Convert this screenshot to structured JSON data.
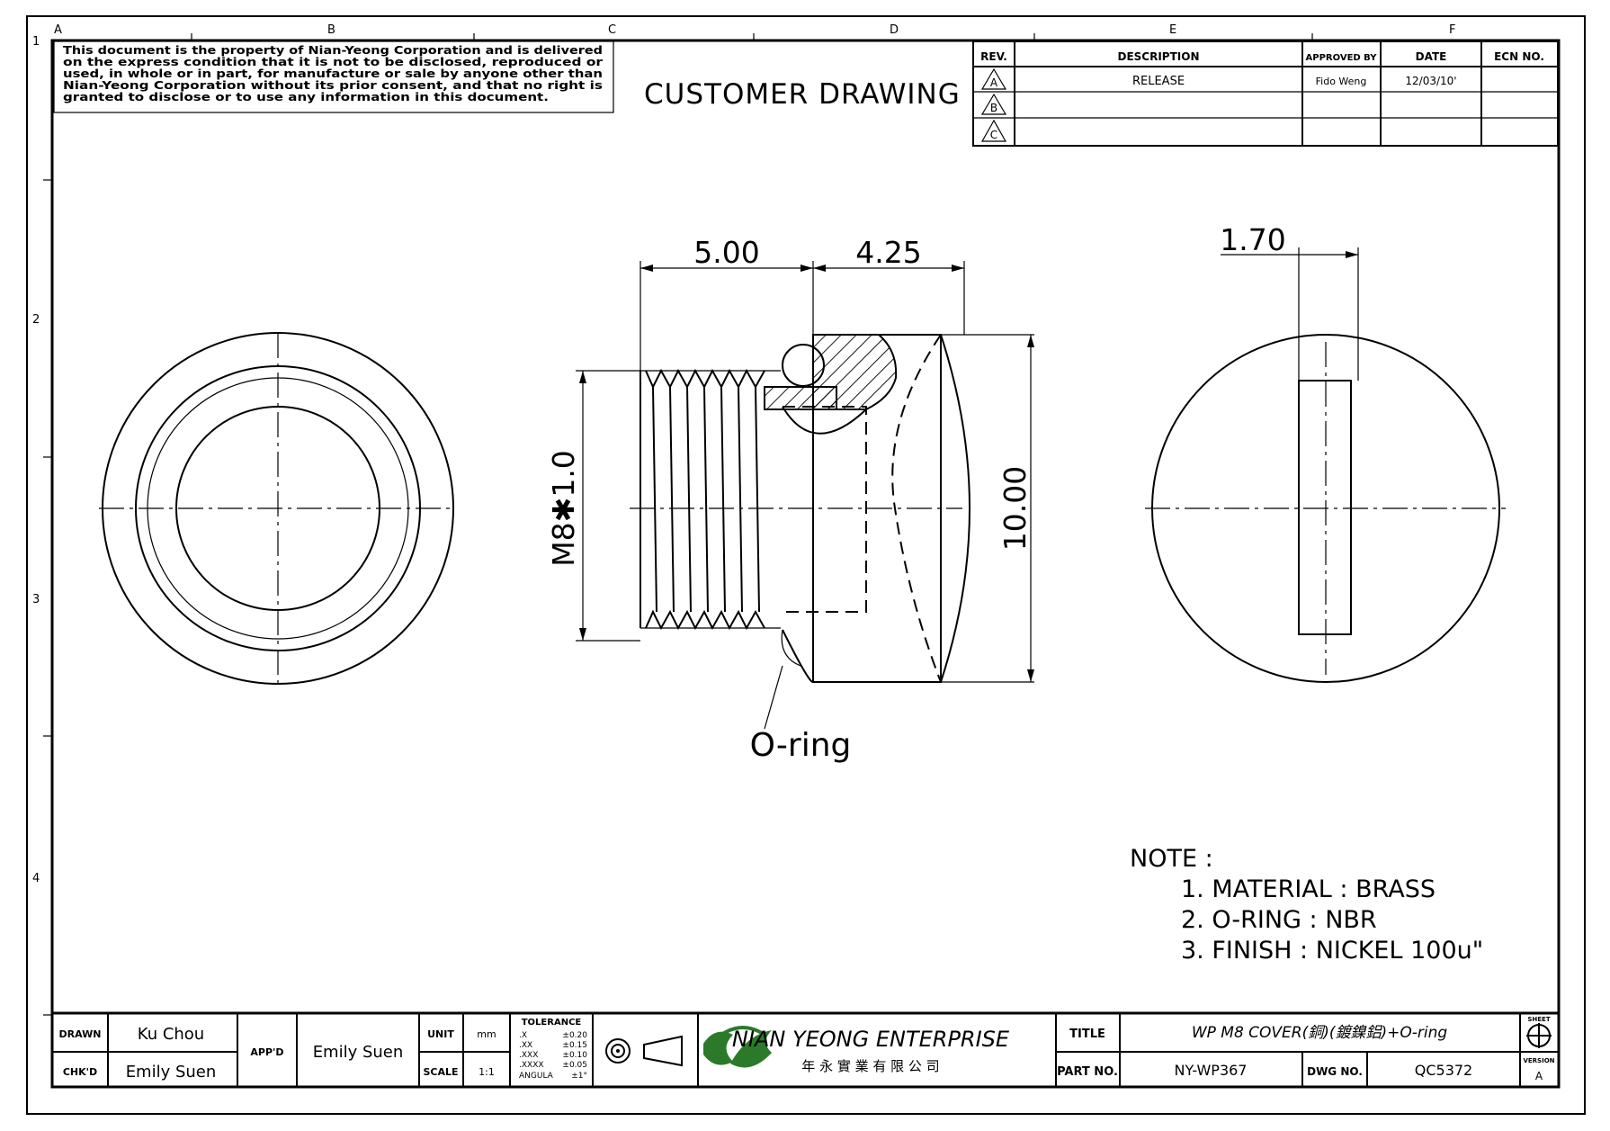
{
  "border": {
    "col_labels": [
      "A",
      "B",
      "C",
      "D",
      "E",
      "F"
    ],
    "row_labels": [
      "1",
      "2",
      "3",
      "4"
    ]
  },
  "notice": {
    "lines": [
      "This document is the property of Nian-Yeong Corporation and is delivered",
      "on  the  express condition that it is not to be disclosed, reproduced or",
      "used, in whole or in part, for manufacture or sale by anyone other than",
      "Nian-Yeong Corporation without  its prior consent, and that  no right  is",
      "granted to disclose or to use any information in this  document."
    ]
  },
  "heading": "CUSTOMER  DRAWING",
  "revision_table": {
    "headers": [
      "REV.",
      "DESCRIPTION",
      "APPROVED BY",
      "DATE",
      "ECN NO."
    ],
    "rows": [
      {
        "rev": "A",
        "description": "RELEASE",
        "approved_by": "Fido Weng",
        "date": "12/03/10'",
        "ecn": ""
      },
      {
        "rev": "B",
        "description": "",
        "approved_by": "",
        "date": "",
        "ecn": ""
      },
      {
        "rev": "C",
        "description": "",
        "approved_by": "",
        "date": "",
        "ecn": ""
      }
    ]
  },
  "dimensions": {
    "thread_length": "5.00",
    "head_length": "4.25",
    "thread_spec": "M8✱1.0",
    "head_diameter": "10.00",
    "slot_width": "1.70"
  },
  "callout": "O-ring",
  "notes": {
    "title": "NOTE :",
    "items": [
      "1. MATERIAL : BRASS",
      "2. O-RING : NBR",
      "3. FINISH : NICKEL 100u\""
    ]
  },
  "title_block": {
    "drawn_label": "DRAWN",
    "drawn_value": "Ku Chou",
    "checked_label": "CHK'D",
    "checked_value": "Emily Suen",
    "approved_label": "APP'D",
    "approved_value": "Emily Suen",
    "unit_label": "UNIT",
    "unit_value": "mm",
    "scale_label": "SCALE",
    "scale_value": "1:1",
    "tolerance_title": "TOLERANCE",
    "tolerances": [
      {
        "k": ".X",
        "v": "±0.20"
      },
      {
        "k": ".XX",
        "v": "±0.15"
      },
      {
        "k": ".XXX",
        "v": "±0.10"
      },
      {
        "k": ".XXXX",
        "v": "±0.05"
      },
      {
        "k": "ANGULA",
        "v": "±1°"
      }
    ],
    "company_name": "NIAN YEONG ENTERPRISE",
    "company_name_cn": "年 永 實 業 有 限 公 司",
    "brand_color": "#2a7a2a",
    "title_label": "TITLE",
    "title_value": "WP M8 COVER(銅)(鍍鎳鋁)+O-ring",
    "part_label": "PART NO.",
    "part_value": "NY-WP367",
    "dwg_label": "DWG NO.",
    "dwg_value": "QC5372",
    "sheet_label": "SHEET",
    "version_label": "VERSION",
    "version_value": "A"
  }
}
